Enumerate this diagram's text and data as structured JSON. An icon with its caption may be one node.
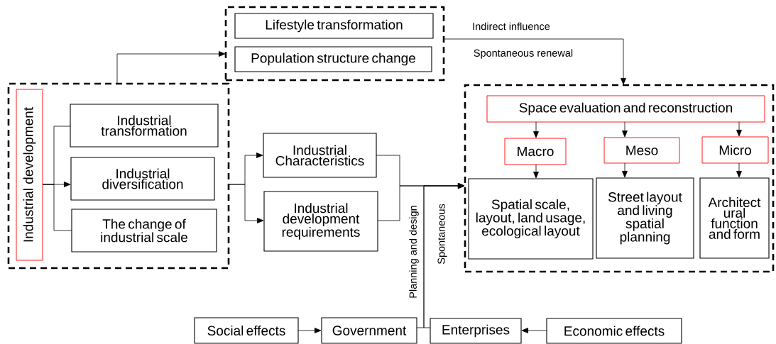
{
  "diagram": {
    "nodes": [
      {
        "text": [],
        "shape": "box"
      },
      {
        "text": [
          "Industrial development"
        ],
        "in": 0
      },
      {
        "text": [
          "Industrial transformation"
        ],
        "in": 0
      },
      {
        "text": [
          "Industrial diversification"
        ],
        "in": 0
      },
      {
        "text": [
          "The change of industrial scale"
        ],
        "in": 0
      },
      {
        "text": [],
        "shape": "box"
      },
      {
        "text": [
          "Lifestyle transformation"
        ],
        "in": 5
      },
      {
        "text": [
          "Population structure change"
        ],
        "in": 5
      },
      {
        "text": [
          "Industrial Characteristics"
        ]
      },
      {
        "text": [
          "Industrial development requirements"
        ]
      },
      {
        "text": [],
        "shape": "box"
      },
      {
        "text": [
          "Space evaluation and reconstruction"
        ],
        "in": 10
      },
      {
        "text": [
          "Macro"
        ],
        "in": 10
      },
      {
        "text": [
          "Meso"
        ],
        "in": 10
      },
      {
        "text": [
          "Micro"
        ],
        "in": 10
      },
      {
        "text": [
          "Spatial scale, layout, land usage, ecological layout"
        ],
        "in": 10
      },
      {
        "text": [
          "Street layout and living spatial planning"
        ],
        "in": 10
      },
      {
        "text": [
          "Architect ural function and form"
        ],
        "in": 10
      },
      {
        "text": [
          "Social effects"
        ]
      },
      {
        "text": [
          "Government"
        ]
      },
      {
        "text": [
          "Enterprises"
        ]
      },
      {
        "text": [
          "Economic effects"
        ]
      }
    ],
    "edges": [
      {
        "from": 1,
        "to": 2,
        "arrow": "none"
      },
      {
        "from": 1,
        "to": 3,
        "arrow": "to"
      },
      {
        "from": 1,
        "to": 4,
        "arrow": "none"
      },
      {
        "from": 0,
        "to": 5,
        "arrow": "to"
      },
      {
        "from": 0,
        "to": 8,
        "arrow": "to"
      },
      {
        "from": 0,
        "to": 9,
        "arrow": "to"
      },
      {
        "from": 8,
        "to": 10,
        "arrow": "to"
      },
      {
        "from": 9,
        "to": 10,
        "arrow": "to"
      },
      {
        "from": 19,
        "to": 10,
        "arrow": "to",
        "label": "Planning and design"
      },
      {
        "from": 20,
        "to": 10,
        "arrow": "to",
        "label": "Spontaneous"
      },
      {
        "from": 5,
        "to": 10,
        "arrow": "to",
        "label": "Indirect influence"
      },
      {
        "from": 11,
        "to": 12,
        "arrow": "to"
      },
      {
        "from": 11,
        "to": 13,
        "arrow": "to"
      },
      {
        "from": 11,
        "to": 14,
        "arrow": "to"
      },
      {
        "from": 12,
        "to": 15,
        "arrow": "to"
      },
      {
        "from": 13,
        "to": 16,
        "arrow": "to"
      },
      {
        "from": 14,
        "to": 17,
        "arrow": "to"
      },
      {
        "from": 18,
        "to": 19,
        "arrow": "to"
      },
      {
        "from": 21,
        "to": 20,
        "arrow": "to"
      }
    ],
    "labels": [
      "Spontaneous renewal"
    ]
  }
}
